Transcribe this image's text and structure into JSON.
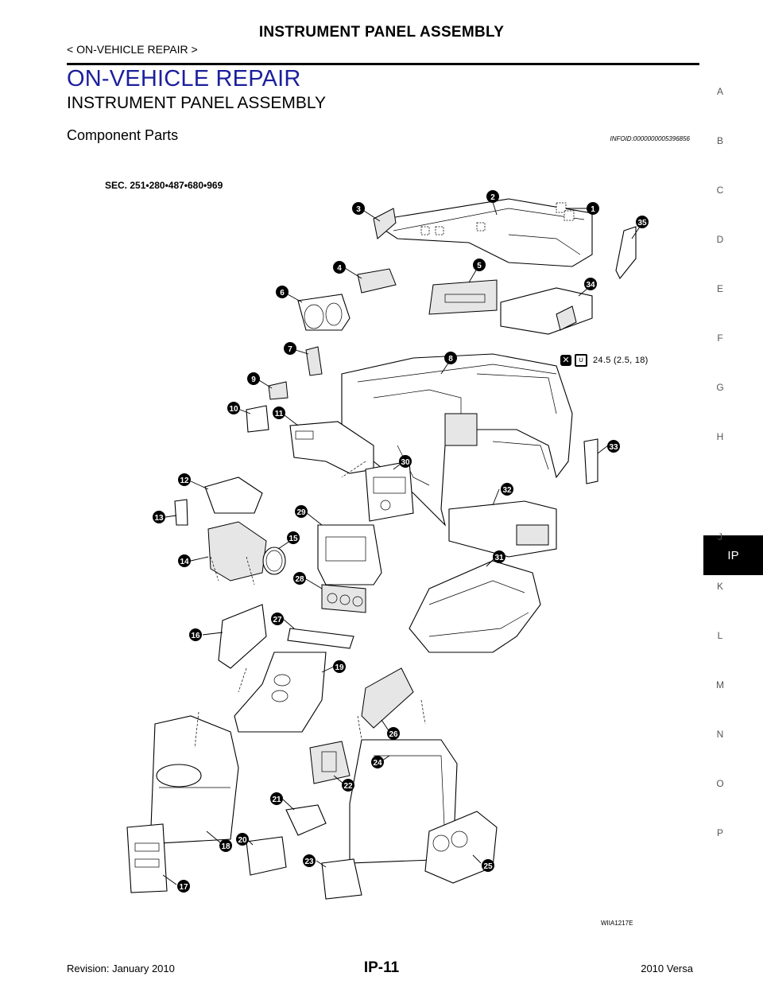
{
  "header": {
    "title": "INSTRUMENT PANEL ASSEMBLY",
    "subtitle": "< ON-VEHICLE REPAIR >"
  },
  "section": {
    "title": "ON-VEHICLE REPAIR",
    "subtitle": "INSTRUMENT PANEL ASSEMBLY",
    "component_title": "Component Parts",
    "infoid": "INFOID:0000000005396856"
  },
  "sidebar": {
    "letters": [
      "A",
      "B",
      "C",
      "D",
      "E",
      "F",
      "G",
      "H",
      "IP",
      "J",
      "K",
      "L",
      "M",
      "N",
      "O",
      "P"
    ],
    "active": "IP"
  },
  "figure": {
    "sec_label": "SEC. 251•280•487•680•969",
    "torque_value": "24.5 (2.5, 18)",
    "figure_id": "WIIA1217E",
    "callouts": [
      "1",
      "2",
      "3",
      "4",
      "5",
      "6",
      "7",
      "8",
      "9",
      "10",
      "11",
      "12",
      "13",
      "14",
      "15",
      "16",
      "17",
      "18",
      "19",
      "20",
      "21",
      "22",
      "23",
      "24",
      "25",
      "26",
      "27",
      "28",
      "29",
      "30",
      "31",
      "32",
      "33",
      "34",
      "35"
    ]
  },
  "footer": {
    "revision": "Revision: January 2010",
    "page": "IP-11",
    "model": "2010 Versa"
  }
}
